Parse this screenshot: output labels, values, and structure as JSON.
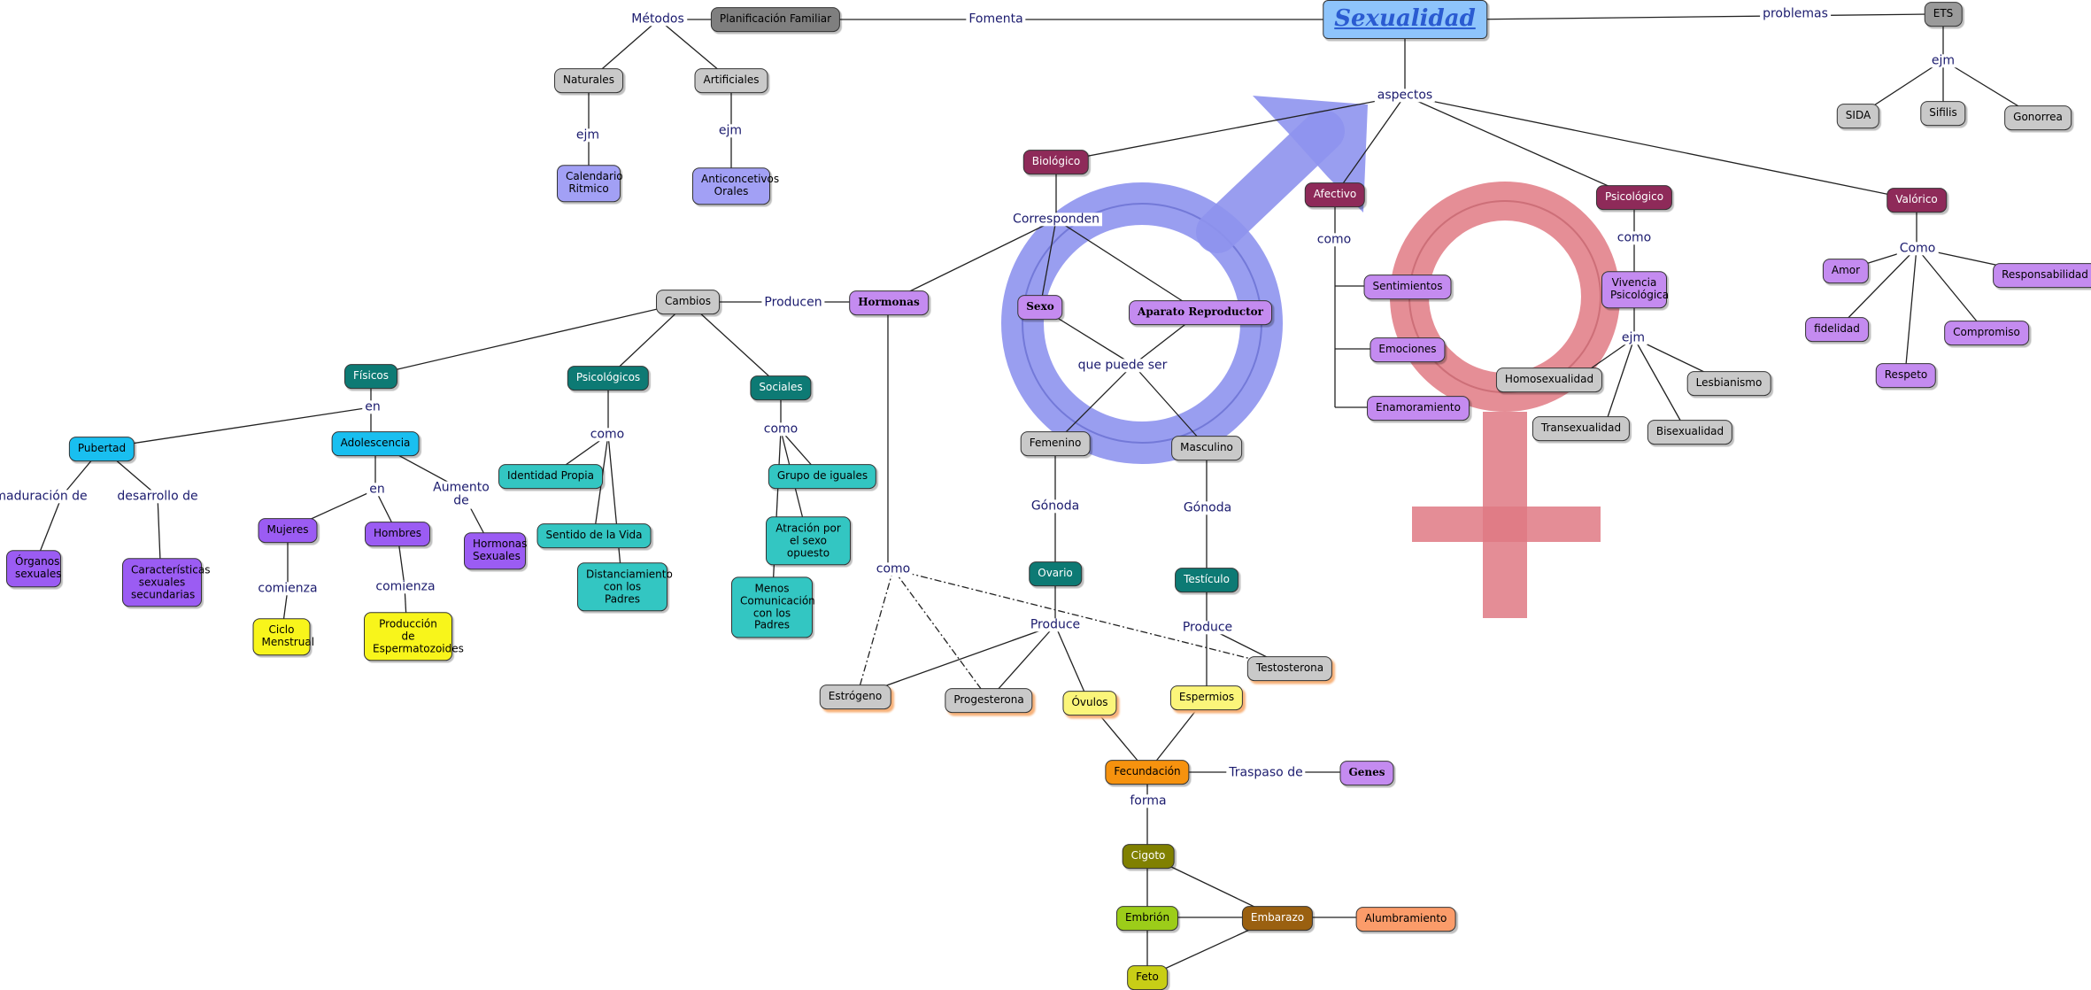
{
  "map": {
    "title": "Sexualidad",
    "nodes": {
      "planificacion": "Planificación Familiar",
      "naturales": "Naturales",
      "artificiales": "Artificiales",
      "calendario": "Calendario Ritmico",
      "anticonceptivos": "Anticoncetivos Orales",
      "ets": "ETS",
      "sida": "SIDA",
      "sifilis": "Sifilis",
      "gonorrea": "Gonorrea",
      "biologico": "Biológico",
      "afectivo": "Afectivo",
      "psicologico": "Psicológico",
      "valorico": "Valórico",
      "amor": "Amor",
      "responsabilidad": "Responsabilidad",
      "fidelidad": "fidelidad",
      "compromiso": "Compromiso",
      "respeto": "Respeto",
      "vivencia": "Vivencia Psicológica",
      "homosexualidad": "Homosexualidad",
      "lesbianismo": "Lesbianismo",
      "transexualidad": "Transexualidad",
      "bisexualidad": "Bisexualidad",
      "sentimientos": "Sentimientos",
      "emociones": "Emociones",
      "enamoramiento": "Enamoramiento",
      "sexo": "Sexo",
      "aparato": "Aparato Reproductor",
      "hormonas": "Hormonas",
      "cambios": "Cambios",
      "fisicos": "Físicos",
      "psicologicos": "Psicológicos",
      "sociales": "Sociales",
      "pubertad": "Pubertad",
      "adolescencia": "Adolescencia",
      "organos": "Órganos sexuales",
      "caracteristicas": "Características sexuales secundarias",
      "mujeres": "Mujeres",
      "hombres": "Hombres",
      "hormonas_sexuales": "Hormonas Sexuales",
      "ciclo": "Ciclo Menstrual",
      "produccion": "Producción de Espermatozoides",
      "identidad": "Identidad Propia",
      "sentido": "Sentido de la Vida",
      "distanciamiento": "Distanciamiento con los Padres",
      "grupo": "Grupo de iguales",
      "atraccion": "Atración por el sexo opuesto",
      "menos_comunicacion": "Menos Comunicación con los Padres",
      "femenino": "Femenino",
      "masculino": "Masculino",
      "ovario": "Ovario",
      "testiculo": "Testículo",
      "estrogeno": "Estrógeno",
      "progesterona": "Progesterona",
      "ovulos": "Óvulos",
      "espermios": "Espermios",
      "testosterona": "Testosterona",
      "fecundacion": "Fecundación",
      "genes": "Genes",
      "cigoto": "Cigoto",
      "embrion": "Embrión",
      "feto": "Feto",
      "embarazo": "Embarazo",
      "alumbramiento": "Alumbramiento"
    },
    "links": {
      "metodos": "Métodos",
      "fomenta": "Fomenta",
      "problemas": "problemas",
      "ejm_ets": "ejm",
      "ejm_nat": "ejm",
      "ejm_art": "ejm",
      "aspectos": "aspectos",
      "corresponden": "Corresponden",
      "como_afectivo": "como",
      "como_psico": "como",
      "como_valorico": "Como",
      "ejm_vivencia": "ejm",
      "que_puede_ser": "que puede ser",
      "producen": "Producen",
      "en_cambios": "en",
      "como_psicologicos": "como",
      "como_sociales": "como",
      "maduracion": "maduración de",
      "desarrollo": "desarrollo de",
      "en_adol": "en",
      "aumento": "Aumento de",
      "comienza_m": "comienza",
      "comienza_h": "comienza",
      "gonoda_f": "Gónoda",
      "gonoda_m": "Gónoda",
      "produce_f": "Produce",
      "produce_m": "Produce",
      "como_hormonas": "como",
      "traspaso": "Traspaso de",
      "forma": "forma"
    }
  }
}
